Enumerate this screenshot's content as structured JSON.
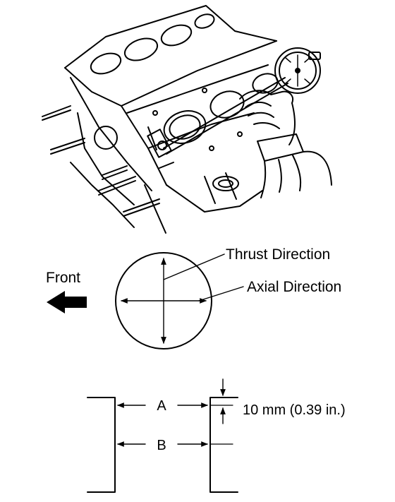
{
  "diagram": {
    "labels": {
      "thrust": "Thrust Direction",
      "axial": "Axial Direction",
      "front": "Front",
      "a": "A",
      "b": "B",
      "depth": "10 mm (0.39 in.)"
    },
    "colors": {
      "ink": "#000000",
      "paper": "#ffffff"
    },
    "icons": [
      "front-arrow-icon",
      "dial-bore-gauge-icon",
      "engine-block-icon"
    ]
  }
}
